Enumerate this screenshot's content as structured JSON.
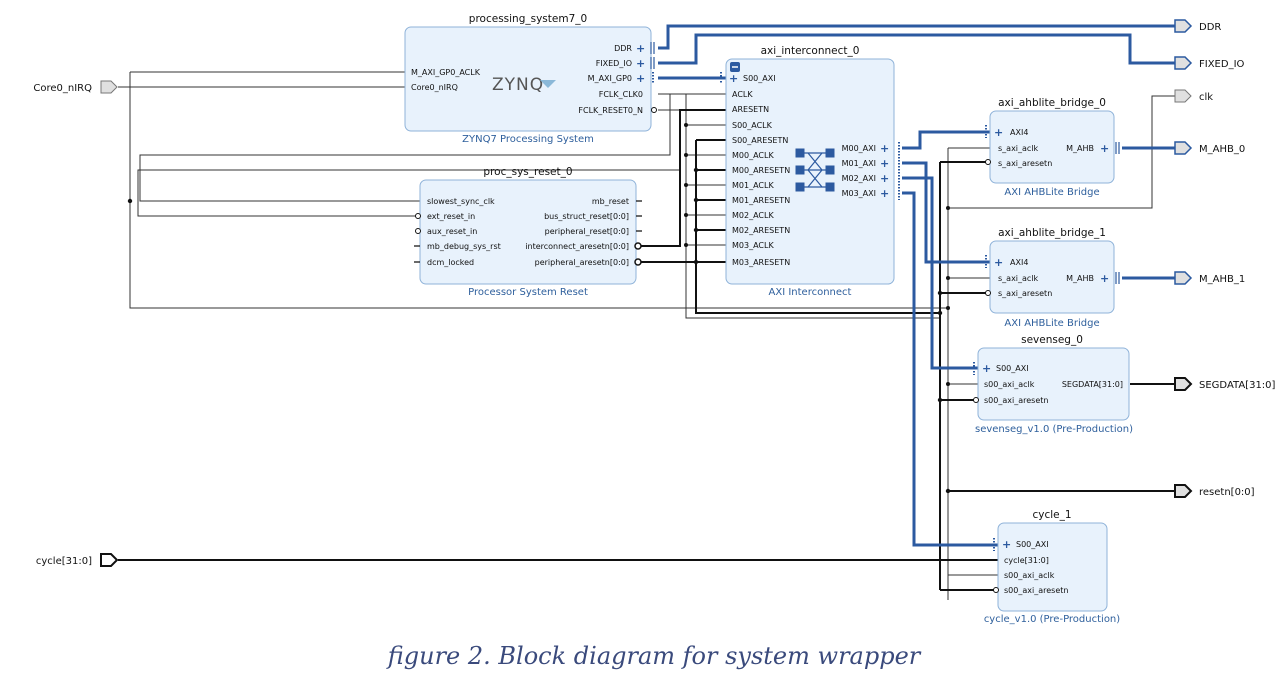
{
  "external_ports": {
    "core0_nirq": "Core0_nIRQ",
    "cycle": "cycle[31:0]",
    "ddr": "DDR",
    "fixed_io": "FIXED_IO",
    "clk": "clk",
    "m_ahb_0": "M_AHB_0",
    "m_ahb_1": "M_AHB_1",
    "segdata": "SEGDATA[31:0]",
    "resetn": "resetn[0:0]"
  },
  "processing_system": {
    "name": "processing_system7_0",
    "subtitle": "ZYNQ7 Processing System",
    "logo": "ZYNQ",
    "inputs": [
      "M_AXI_GP0_ACLK",
      "Core0_nIRQ"
    ],
    "outputs": [
      "DDR",
      "FIXED_IO",
      "M_AXI_GP0",
      "FCLK_CLK0",
      "FCLK_RESET0_N"
    ]
  },
  "interconnect": {
    "name": "axi_interconnect_0",
    "subtitle": "AXI Interconnect",
    "inputs": [
      "S00_AXI",
      "ACLK",
      "ARESETN",
      "S00_ACLK",
      "S00_ARESETN",
      "M00_ACLK",
      "M00_ARESETN",
      "M01_ACLK",
      "M01_ARESETN",
      "M02_ACLK",
      "M02_ARESETN",
      "M03_ACLK",
      "M03_ARESETN"
    ],
    "outputs": [
      "M00_AXI",
      "M01_AXI",
      "M02_AXI",
      "M03_AXI"
    ]
  },
  "reset": {
    "name": "proc_sys_reset_0",
    "subtitle": "Processor System Reset",
    "inputs": [
      "slowest_sync_clk",
      "ext_reset_in",
      "aux_reset_in",
      "mb_debug_sys_rst",
      "dcm_locked"
    ],
    "outputs": [
      "mb_reset",
      "bus_struct_reset[0:0]",
      "peripheral_reset[0:0]",
      "interconnect_aresetn[0:0]",
      "peripheral_aresetn[0:0]"
    ]
  },
  "ahb0": {
    "name": "axi_ahblite_bridge_0",
    "subtitle": "AXI AHBLite Bridge",
    "inputs": [
      "AXI4",
      "s_axi_aclk",
      "s_axi_aresetn"
    ],
    "output": "M_AHB"
  },
  "ahb1": {
    "name": "axi_ahblite_bridge_1",
    "subtitle": "AXI AHBLite Bridge",
    "inputs": [
      "AXI4",
      "s_axi_aclk",
      "s_axi_aresetn"
    ],
    "output": "M_AHB"
  },
  "sevenseg": {
    "name": "sevenseg_0",
    "subtitle": "sevenseg_v1.0 (Pre-Production)",
    "inputs": [
      "S00_AXI",
      "s00_axi_aclk",
      "s00_axi_aresetn"
    ],
    "output": "SEGDATA[31:0]"
  },
  "cycle": {
    "name": "cycle_1",
    "subtitle": "cycle_v1.0 (Pre-Production)",
    "inputs": [
      "S00_AXI",
      "cycle[31:0]",
      "s00_axi_aclk",
      "s00_axi_aresetn"
    ]
  },
  "caption": "figure 2. Block diagram for system wrapper",
  "colors": {
    "block_fill": "#e8f2fc",
    "block_border": "#8fb3d9",
    "bus": "#2c5aa0",
    "subtitle": "#2e5f9c",
    "caption": "#3a4a7c"
  }
}
